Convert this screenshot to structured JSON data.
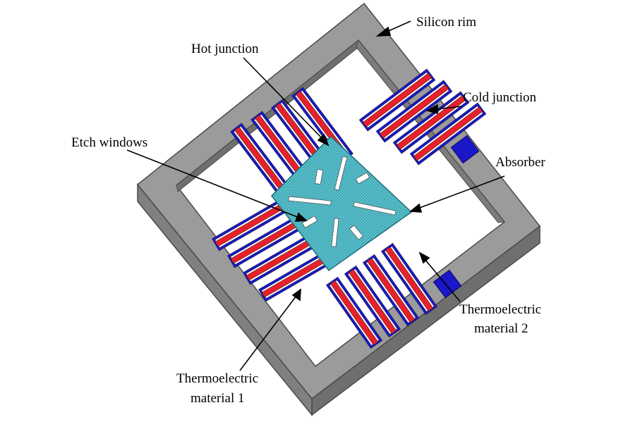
{
  "labels": {
    "silicon_rim": "Silicon rim",
    "hot_junction": "Hot junction",
    "cold_junction": "Cold junction",
    "etch_windows": "Etch windows",
    "absorber": "Absorber",
    "te2_line1": "Thermoelectric",
    "te2_line2": "material 2",
    "te1_line1": "Thermoelectric",
    "te1_line2": "material 1"
  },
  "colors": {
    "rim_top": "#999999",
    "rim_side": "#6f6f6f",
    "rim_outline": "#4a4a4a",
    "material1": "#e8202a",
    "material2": "#1a17c8",
    "absorber": "#4fb9c6",
    "pad": "#1a17c8"
  }
}
